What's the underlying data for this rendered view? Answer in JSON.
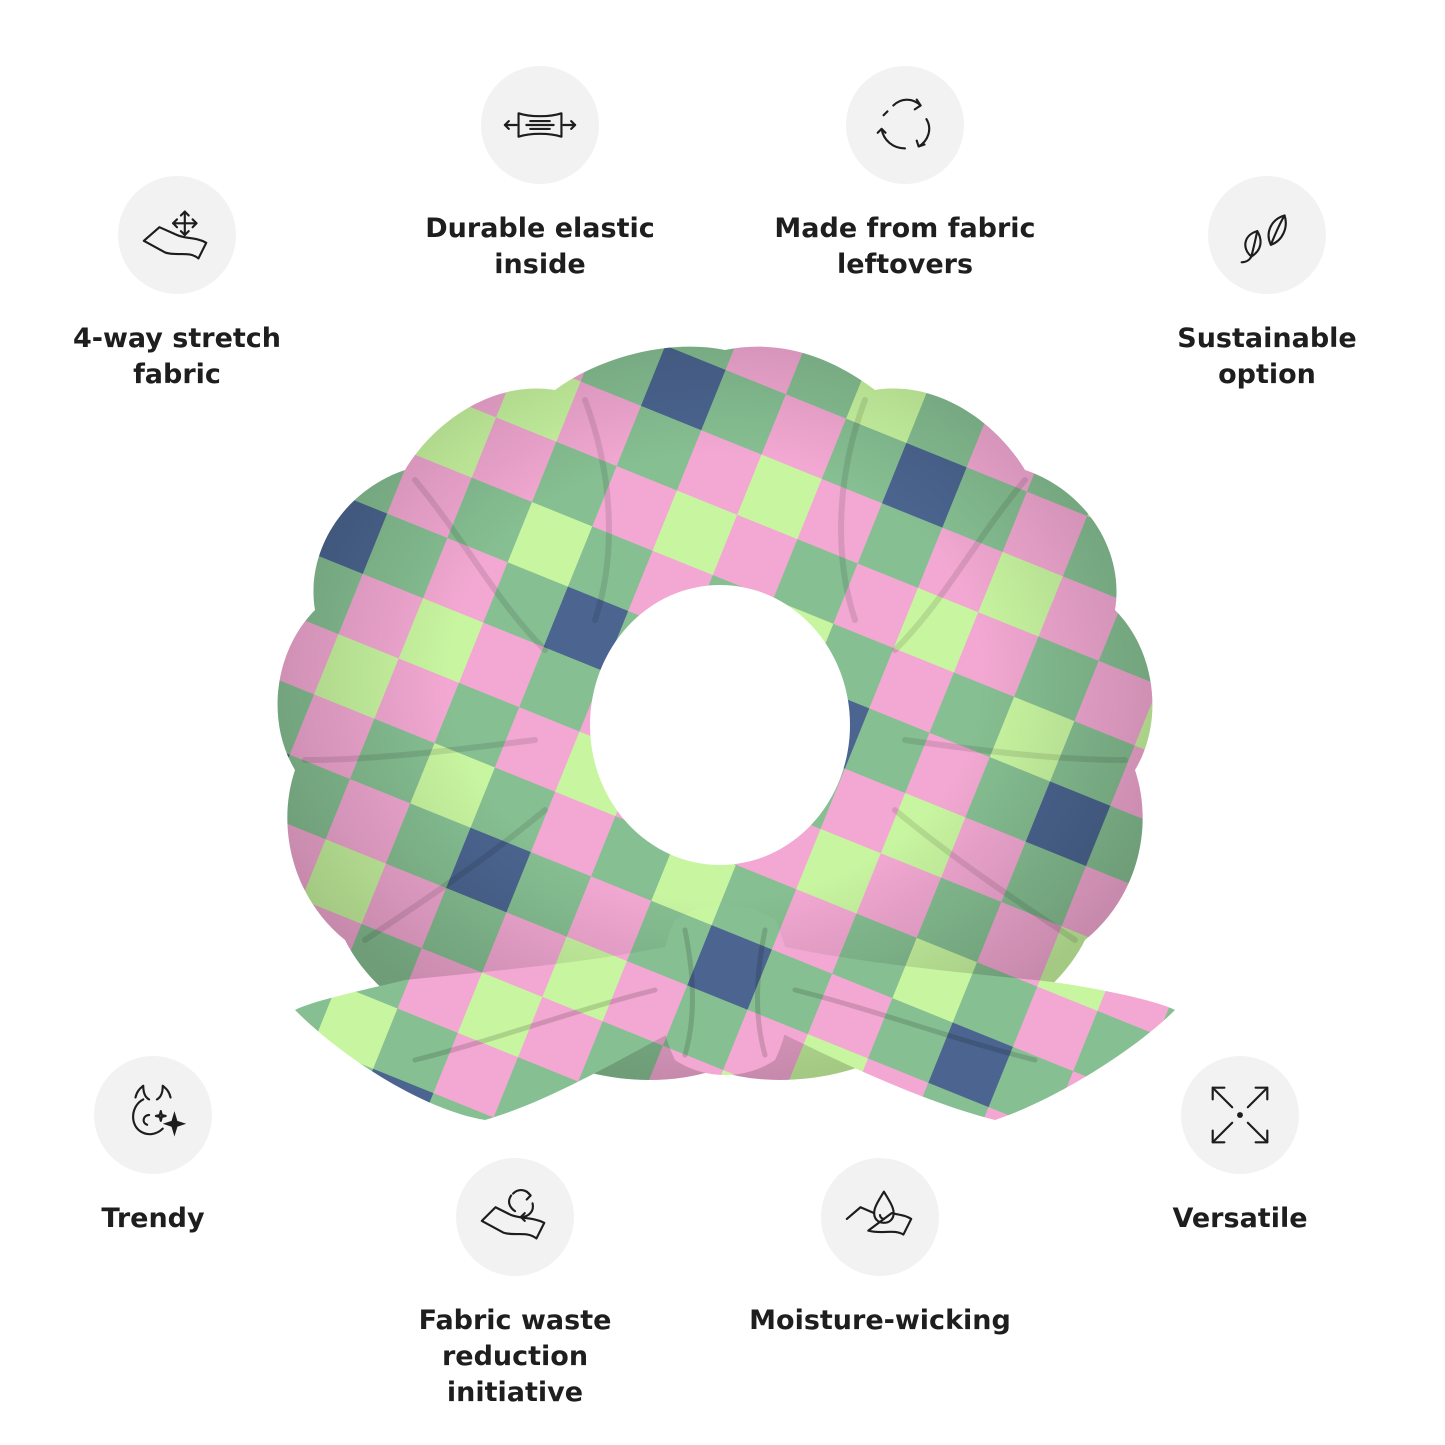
{
  "features": [
    {
      "id": "stretch",
      "icon": "four-way-stretch-icon",
      "lines": [
        "4-way stretch",
        "fabric"
      ]
    },
    {
      "id": "elastic",
      "icon": "elastic-band-icon",
      "lines": [
        "Durable elastic",
        "inside"
      ]
    },
    {
      "id": "leftovers",
      "icon": "recycle-icon",
      "lines": [
        "Made from fabric",
        "leftovers"
      ]
    },
    {
      "id": "sustainable",
      "icon": "leaves-icon",
      "lines": [
        "Sustainable",
        "option"
      ]
    },
    {
      "id": "trendy",
      "icon": "trendy-sparkle-icon",
      "lines": [
        "Trendy"
      ]
    },
    {
      "id": "waste",
      "icon": "fabric-recycle-icon",
      "lines": [
        "Fabric waste reduction",
        "initiative"
      ]
    },
    {
      "id": "moisture",
      "icon": "water-drop-fabric-icon",
      "lines": [
        "Moisture-wicking"
      ]
    },
    {
      "id": "versatile",
      "icon": "expand-arrows-icon",
      "lines": [
        "Versatile"
      ]
    }
  ],
  "palette": {
    "pink": "#f2a8d2",
    "green": "#86bf92",
    "lime": "#c8f5a0",
    "navy": "#4b6590",
    "icon_bg": "#f2f2f2"
  }
}
